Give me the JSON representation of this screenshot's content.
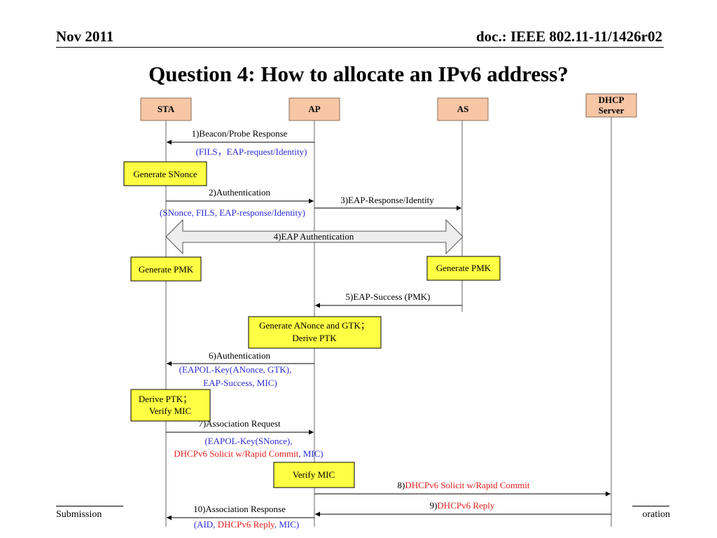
{
  "header": {
    "date": "Nov 2011",
    "doc": "doc.: IEEE 802.11-11/1426r02"
  },
  "title": "Question 4: How to allocate an IPv6 address?",
  "footer": {
    "left": "Submission",
    "right": "oration"
  },
  "entities": [
    {
      "label": "STA"
    },
    {
      "label": "AP"
    },
    {
      "label": "AS"
    },
    {
      "label": [
        "DHCP",
        "Server"
      ]
    }
  ],
  "messages": [
    {
      "label": "1)Beacon/Probe Response",
      "from": "AP",
      "to": "STA"
    },
    {
      "label": "2)Authentication",
      "from": "STA",
      "to": "AP"
    },
    {
      "label": "3)EAP-Response/Identity",
      "from": "AP",
      "to": "AS"
    },
    {
      "label": "4)EAP Authentication",
      "from": "STA",
      "to": "AS",
      "style": "double-arrow"
    },
    {
      "label": "5)EAP-Success (PMK)",
      "from": "AS",
      "to": "AP"
    },
    {
      "label": "6)Authentication",
      "from": "AP",
      "to": "STA"
    },
    {
      "label": "7)Association Request",
      "from": "STA",
      "to": "AP"
    },
    {
      "label_parts": [
        {
          "text": "8)",
          "color": "black"
        },
        {
          "text": "DHCPv6 Solicit w/Rapid Commit",
          "color": "red"
        }
      ],
      "from": "AP",
      "to": "DHCP Server"
    },
    {
      "label_parts": [
        {
          "text": "9)",
          "color": "black"
        },
        {
          "text": "DHCPv6 Reply",
          "color": "red"
        }
      ],
      "from": "DHCP Server",
      "to": "AP"
    },
    {
      "label": "10)Association Response",
      "from": "AP",
      "to": "STA"
    }
  ],
  "params": {
    "p1": "(FILS，EAP-request/Identity)",
    "p2": "(SNonce, FILS, EAP-response/Identity)",
    "p6_line1": "(EAPOL-Key(ANonce, GTK),",
    "p6_line2": "EAP-Success,  MIC)",
    "p7_line1": "(EAPOL-Key(SNonce),",
    "p7_line2_red": "DHCPv6 Solicit w/Rapid Commit",
    "p7_line2_blue": ", MIC)",
    "p10_a": "(AID, ",
    "p10_b_red": "DHCPv6 Reply",
    "p10_c": ", MIC)"
  },
  "notes": {
    "gen_snonce": "Generate SNonce",
    "gen_pmk_sta": "Generate PMK",
    "gen_pmk_as": "Generate PMK",
    "gen_anonce_1": "Generate ANonce and GTK；",
    "gen_anonce_2": "Derive PTK",
    "derive_ptk_1": "Derive PTK；",
    "derive_ptk_2": "Verify MIC",
    "verify_mic": "Verify MIC"
  },
  "colors": {
    "entity_fill": "#f7c6a5",
    "note_fill": "#ffff44",
    "param_blue": "#2b2bd6",
    "param_red": "#e0201f"
  }
}
